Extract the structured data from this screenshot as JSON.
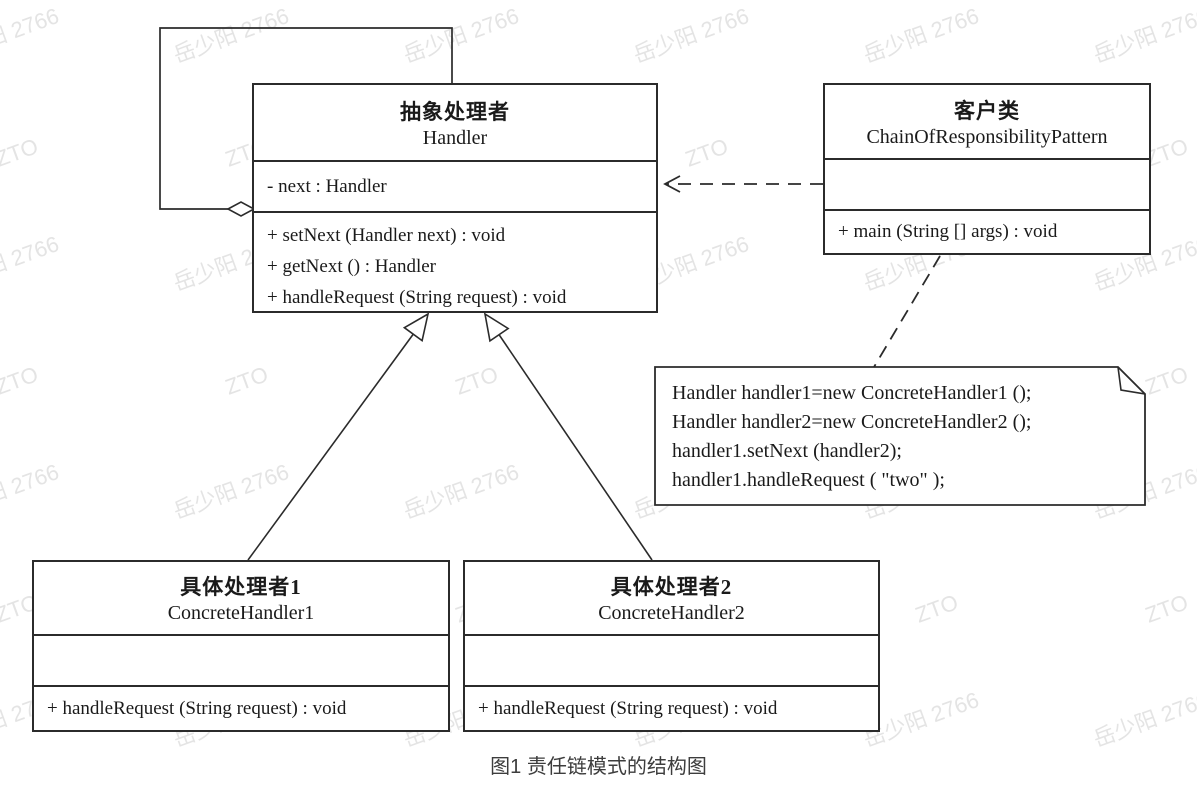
{
  "diagram": {
    "caption": "图1 责任链模式的结构图"
  },
  "classes": {
    "handler": {
      "title_cn": "抽象处理者",
      "title_en": "Handler",
      "attributes": [
        "- next : Handler"
      ],
      "methods": [
        "+ setNext (Handler next) : void",
        "+ getNext () : Handler",
        "+ handleRequest (String request) : void"
      ]
    },
    "client": {
      "title_cn": "客户类",
      "title_en": "ChainOfResponsibilityPattern",
      "attributes": [],
      "methods": [
        "+ main (String [] args) : void"
      ]
    },
    "concrete1": {
      "title_cn": "具体处理者1",
      "title_en": "ConcreteHandler1",
      "attributes": [],
      "methods": [
        "+ handleRequest (String request) : void"
      ]
    },
    "concrete2": {
      "title_cn": "具体处理者2",
      "title_en": "ConcreteHandler2",
      "attributes": [],
      "methods": [
        "+ handleRequest (String request) : void"
      ]
    }
  },
  "note": {
    "lines": [
      "Handler handler1=new ConcreteHandler1 ();",
      "Handler handler2=new ConcreteHandler2 ();",
      "handler1.setNext (handler2);",
      "handler1.handleRequest (  \"two\"  );"
    ]
  },
  "watermark": {
    "text_primary": "岳少阳 2766",
    "text_secondary": "ZTO"
  },
  "colors": {
    "line": "#2b2b2b",
    "caption_text": "#3d3d3d",
    "watermark": "#e4e4e4"
  }
}
